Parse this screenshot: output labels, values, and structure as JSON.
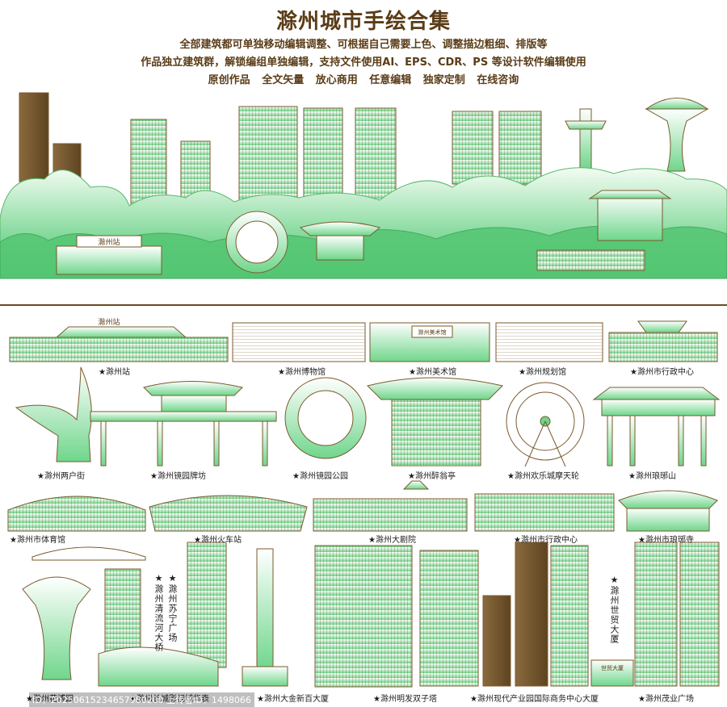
{
  "header": {
    "title": "滁州城市手绘合集",
    "line1": "全部建筑都可单独移动编辑调整、可根据自己需要上色、调整描边粗细、排版等",
    "line2": "作品独立建筑群，解锁编组单独编辑，支持文件使用AI、EPS、CDR、PS 等设计软件编辑使用",
    "line3": "原创作品 全文矢量 放心商用 任意编辑 独家定制 在线咨询"
  },
  "skyline_labels": {
    "station_sign": "滁州站"
  },
  "captions": [
    "★滁州站",
    "★滁州博物馆",
    "★滁州美术馆",
    "★滁州规划馆",
    "★滁州市行政中心",
    "★滁州两户街",
    "★滁州镜园牌坊",
    "★滁州镜园公园",
    "★滁州醉翁亭",
    "★滁州欢乐城摩天轮",
    "★滁州琅琊山",
    "★滁州市体育馆",
    "★滁州火车站",
    "★滁州大剧院",
    "★滁州市行政中心",
    "★滁州市琅琊寺",
    "★滁州花博园",
    "★滁州长城影视城华表",
    "★滁州大金新百大厦",
    "★滁州明发双子塔",
    "★滁州现代产业园国际商务中心大厦",
    "★滁州茂业广场"
  ],
  "vertical_captions": {
    "bridge": "★滁州清流河大桥",
    "suning": "★滁州苏宁广场",
    "world_trade": "★滁州世贸大厦"
  },
  "building_signs": {
    "station": "滁州站",
    "art_museum": "滁州美术馆",
    "world_trade_sign": "世贸大厦"
  },
  "footer": "ID：20250615234657980200 上传者ID：1498066",
  "colors": {
    "outline": "#7a5a2e",
    "green_light": "#e4f7e3",
    "green_mid": "#9fe0a6",
    "green_dark": "#2fbf5a",
    "title": "#5a3c17"
  }
}
